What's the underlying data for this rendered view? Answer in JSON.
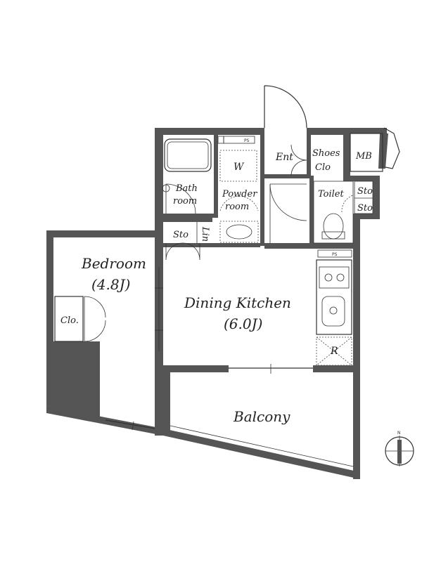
{
  "rooms": {
    "bedroom": "Bedroom",
    "bedroom_size": "(4.8J)",
    "dining_kitchen": "Dining Kitchen",
    "dining_kitchen_size": "(6.0J)",
    "balcony": "Balcony",
    "bath": "Bath",
    "bath2": "room",
    "powder": "Powder",
    "powder2": "room",
    "washer": "W",
    "entrance": "Ent",
    "shoes": "Shoes",
    "shoes2": "Clo",
    "mb": "MB",
    "toilet": "Toilet",
    "sto": "Sto",
    "lin": "Lin",
    "clo": "Clo.",
    "fridge": "R"
  },
  "marks": {
    "ps": "PS"
  },
  "compass": {
    "north": "N"
  }
}
